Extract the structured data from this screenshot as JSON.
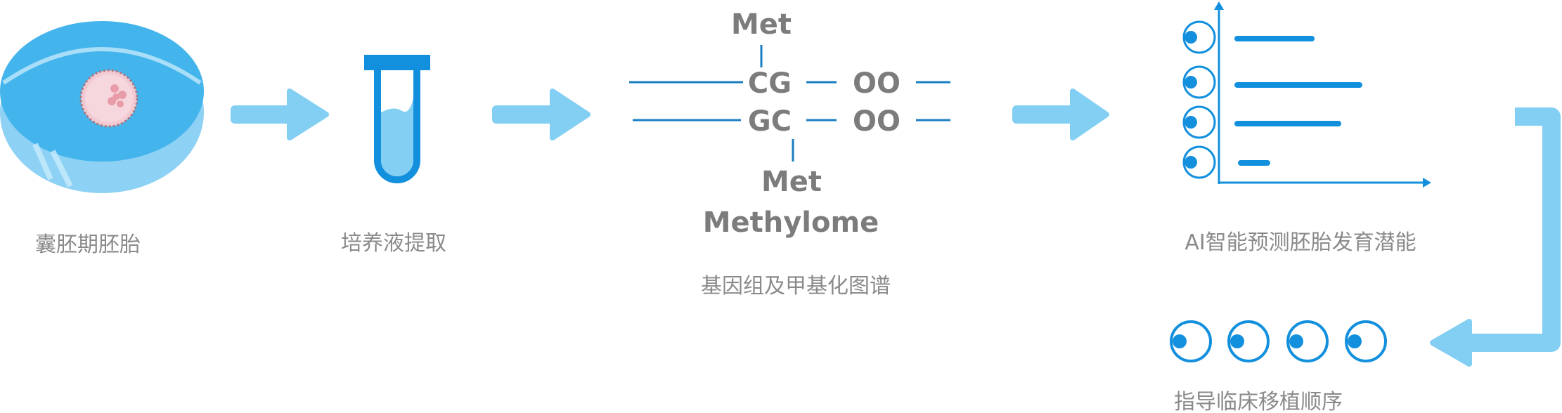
{
  "steps": {
    "embryo": {
      "label": "囊胚期胚胎"
    },
    "extraction": {
      "label": "培养液提取"
    },
    "sequencing": {
      "label": "基因组及甲基化图谱",
      "met_top": "Met",
      "met_bottom": "Met",
      "cg": "CG",
      "gc": "GC",
      "oo_top": "OO",
      "oo_bottom": "OO",
      "methylome": "Methylome"
    },
    "ai": {
      "label": "AI智能预测胚胎发育潜能"
    },
    "transfer": {
      "label": "指导临床移植顺序"
    }
  },
  "colors": {
    "arrow": "#82cff3",
    "primary": "#1390dd",
    "dish": "#43b4ec",
    "dish_light": "#8dd1f5",
    "line": "#1a7fc1",
    "text": "#8a8a8a"
  }
}
